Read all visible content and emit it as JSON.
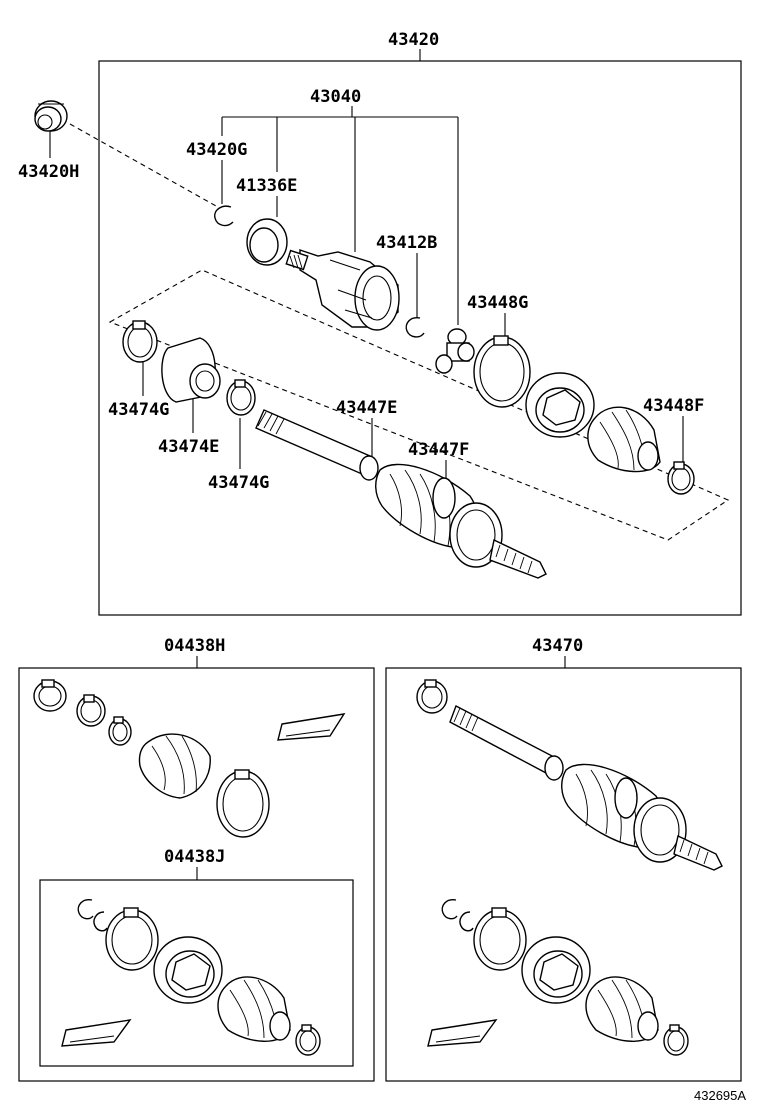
{
  "labels": {
    "assembly_top": "43420",
    "inner_joint": "43040",
    "bearing": "43420H",
    "snap_ring_g": "43420G",
    "seal_e": "41336E",
    "snap_ring_b": "43412B",
    "clamp_448g": "43448G",
    "clamp_448f": "43448F",
    "clamp_474g_a": "43474G",
    "damper_474e": "43474E",
    "clamp_474g_b": "43474G",
    "clamp_447e": "43447E",
    "clamp_447f": "43447F",
    "kit_outer": "04438H",
    "kit_inner": "04438J",
    "shaft_assembly": "43470",
    "diagram_code": "432695A"
  }
}
